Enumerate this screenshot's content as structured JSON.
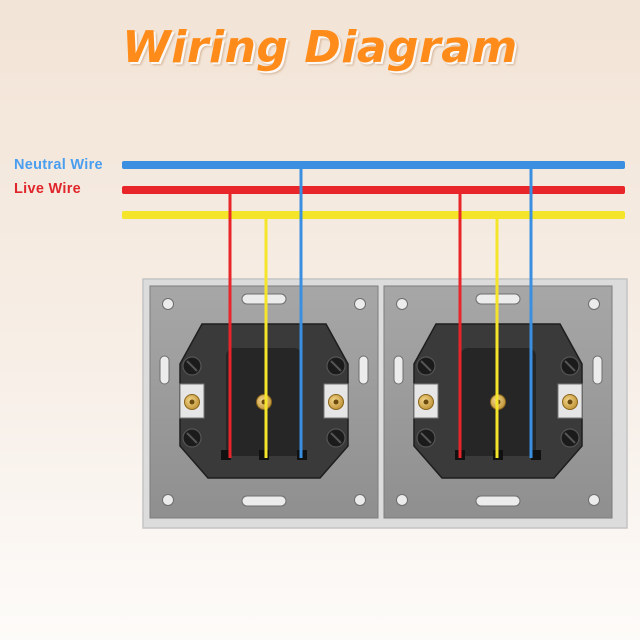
{
  "title": "Wiring Diagram",
  "labels": {
    "neutral": "Neutral Wire",
    "live": "Live Wire"
  },
  "colors": {
    "title": "#ff8c1a",
    "neutral": "#3a8fe0",
    "neutral_label": "#4a9ef0",
    "live": "#e8262a",
    "live_label": "#e0262a",
    "earth": "#f5e52a",
    "plate": "#9e9e9e",
    "socket": "#3a3a3a"
  },
  "sockets": 2
}
